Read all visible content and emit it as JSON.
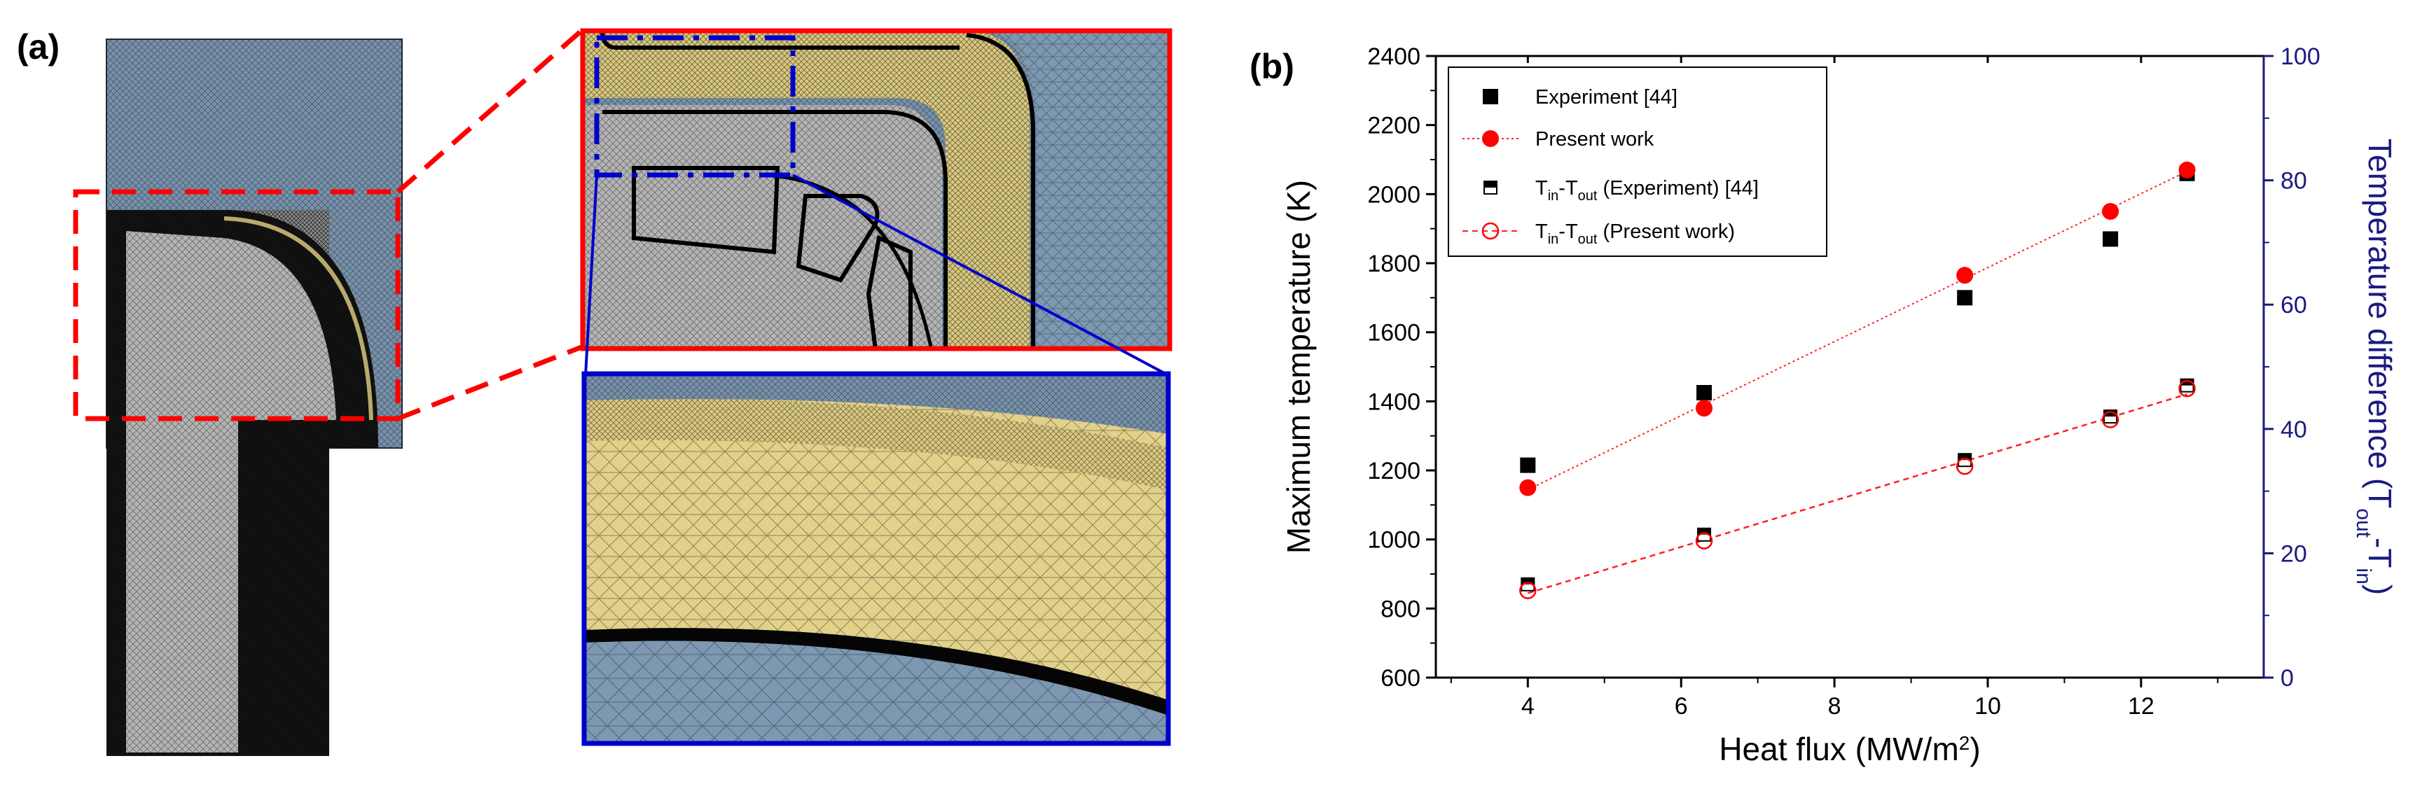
{
  "panel_a_label": "(a)",
  "panel_b_label": "(b)",
  "colors": {
    "mesh_dark": "#0b0b0b",
    "mesh_blue": "#7d98b0",
    "mesh_yellow": "#e2d18a",
    "mesh_gray": "#b8b8b8",
    "zoom_red": "#ff0000",
    "zoom_blue": "#0000cc",
    "axis_right": "#1a1a80"
  },
  "chart_data": {
    "type": "scatter",
    "xlabel_main": "Heat flux (MW/m",
    "xlabel_sup": "2",
    "xlabel_close": ")",
    "ylabel_left": "Maximum temperature (K)",
    "ylabel_right_main": "Temperature difference (T",
    "ylabel_right_sub1": "out",
    "ylabel_right_dash": "-T",
    "ylabel_right_sub2": "in",
    "ylabel_right_close": ")",
    "xlim": [
      2.8,
      13.6
    ],
    "ylim_left": [
      600,
      2400
    ],
    "ylim_right": [
      0,
      100
    ],
    "x_ticks": [
      "4",
      "6",
      "8",
      "10",
      "12"
    ],
    "y_left_ticks": [
      "600",
      "800",
      "1000",
      "1200",
      "1400",
      "1600",
      "1800",
      "2000",
      "2200",
      "2400"
    ],
    "y_right_ticks": [
      "0",
      "20",
      "40",
      "60",
      "80",
      "100"
    ],
    "legend_position": "top-left",
    "legend": [
      {
        "label": "Experiment [44]"
      },
      {
        "label": "Present work"
      },
      {
        "label_main": "T",
        "label_sub1": "in",
        "label_dash": "-T",
        "label_sub2": "out",
        "label_rest": " (Experiment) [44]"
      },
      {
        "label_main": "T",
        "label_sub1": "in",
        "label_dash": "-T",
        "label_sub2": "out",
        "label_rest": " (Present work)"
      }
    ],
    "series": [
      {
        "axis": "left",
        "marker": "filled-square",
        "color": "#000000",
        "x": [
          4.0,
          6.3,
          9.7,
          11.6,
          12.6
        ],
        "y": [
          1215,
          1425,
          1700,
          1870,
          2060
        ]
      },
      {
        "axis": "left",
        "marker": "filled-circle",
        "color": "#ff0000",
        "x": [
          4.0,
          6.3,
          9.7,
          11.6,
          12.6
        ],
        "y": [
          1150,
          1380,
          1765,
          1950,
          2070
        ],
        "fit_line": true
      },
      {
        "axis": "right",
        "marker": "half-square",
        "color": "#000000",
        "x": [
          4.0,
          6.3,
          9.7,
          11.6,
          12.6
        ],
        "y": [
          15,
          23,
          35,
          42,
          47
        ]
      },
      {
        "axis": "right",
        "marker": "open-circle",
        "color": "#ff0000",
        "x": [
          4.0,
          6.3,
          9.7,
          11.6,
          12.6
        ],
        "y": [
          14,
          22,
          34,
          41.5,
          46.5
        ],
        "fit_line": true
      }
    ]
  }
}
